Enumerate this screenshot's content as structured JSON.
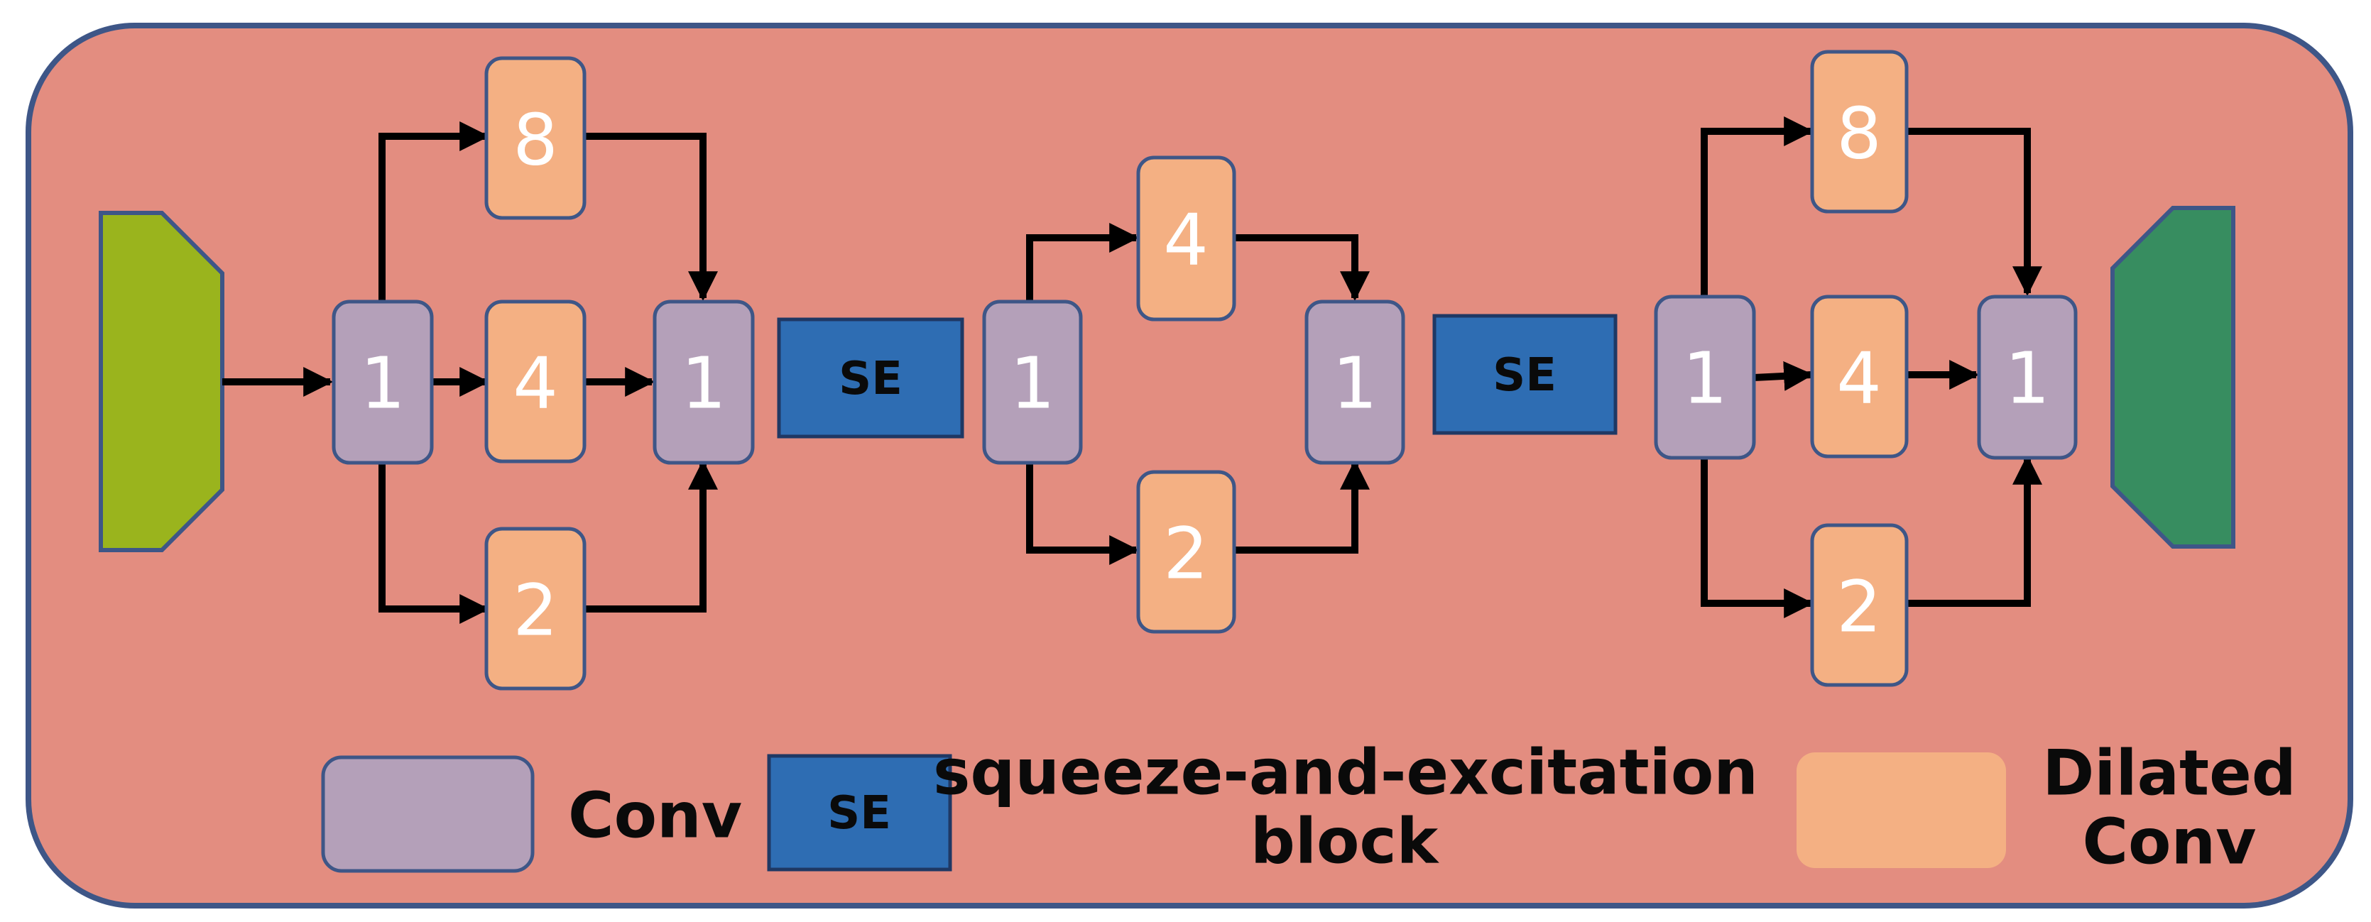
{
  "colors": {
    "background": "#e38d80",
    "border": "#3e5687",
    "conv": "#b4a0b9",
    "dilated": "#f4b083",
    "se": "#2e6db3",
    "input_shape": "#9ab41d",
    "output_shape": "#378d60",
    "arrow": "#000000"
  },
  "blocks": {
    "block1": {
      "conv_in": "1",
      "dilated": [
        "8",
        "4",
        "2"
      ],
      "conv_out": "1"
    },
    "se1": "SE",
    "block2": {
      "conv_in": "1",
      "dilated": [
        "4",
        "2"
      ],
      "conv_out": "1"
    },
    "se2": "SE",
    "block3": {
      "conv_in": "1",
      "dilated": [
        "8",
        "4",
        "2"
      ],
      "conv_out": "1"
    }
  },
  "legend": {
    "conv_label": "Conv",
    "se_swatch_label": "SE",
    "se_label_line1": "squeeze-and-excitation",
    "se_label_line2": "block",
    "dilated_label_line1": "Dilated",
    "dilated_label_line2": "Conv"
  }
}
